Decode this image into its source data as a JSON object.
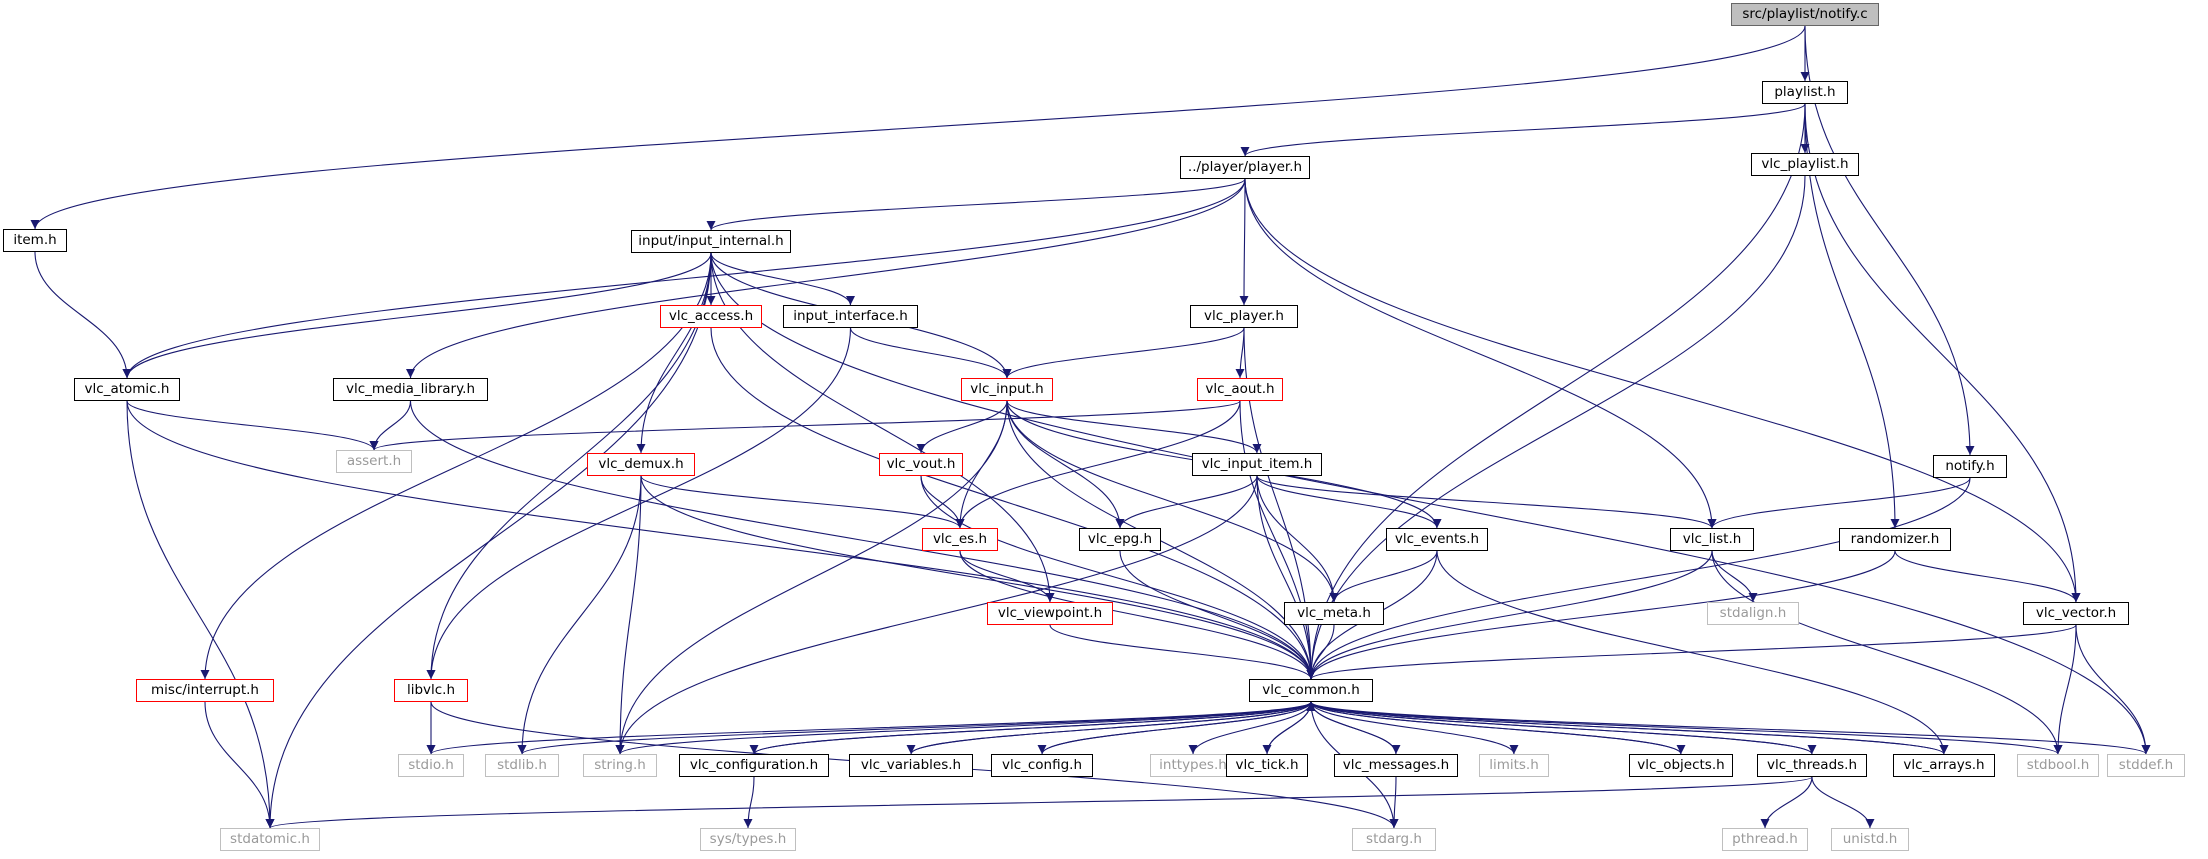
{
  "title": "src/playlist/notify.c",
  "colors": {
    "edge": "#191970",
    "link_border": "#000000",
    "truncated_border": "#ff0000",
    "external_border": "#bfbfbf",
    "root_fill": "#bfbfbf"
  },
  "nodes": {
    "root": "src/playlist/notify.c",
    "playlist_h": "playlist.h",
    "player_h": "../player/player.h",
    "vlc_playlist_h": "vlc_playlist.h",
    "item_h": "item.h",
    "input_internal_h": "input/input_internal.h",
    "vlc_access_h": "vlc_access.h",
    "input_interface_h": "input_interface.h",
    "vlc_player_h": "vlc_player.h",
    "vlc_atomic_h": "vlc_atomic.h",
    "vlc_media_library_h": "vlc_media_library.h",
    "vlc_input_h": "vlc_input.h",
    "vlc_aout_h": "vlc_aout.h",
    "assert_h": "assert.h",
    "vlc_demux_h": "vlc_demux.h",
    "vlc_vout_h": "vlc_vout.h",
    "vlc_input_item_h": "vlc_input_item.h",
    "notify_h": "notify.h",
    "vlc_es_h": "vlc_es.h",
    "vlc_epg_h": "vlc_epg.h",
    "vlc_events_h": "vlc_events.h",
    "vlc_list_h": "vlc_list.h",
    "randomizer_h": "randomizer.h",
    "vlc_viewpoint_h": "vlc_viewpoint.h",
    "vlc_meta_h": "vlc_meta.h",
    "stdalign_h": "stdalign.h",
    "vlc_vector_h": "vlc_vector.h",
    "misc_interrupt_h": "misc/interrupt.h",
    "libvlc_h": "libvlc.h",
    "vlc_common_h": "vlc_common.h",
    "stdio_h": "stdio.h",
    "stdlib_h": "stdlib.h",
    "string_h": "string.h",
    "vlc_configuration_h": "vlc_configuration.h",
    "vlc_variables_h": "vlc_variables.h",
    "vlc_config_h": "vlc_config.h",
    "inttypes_h": "inttypes.h",
    "vlc_tick_h": "vlc_tick.h",
    "vlc_messages_h": "vlc_messages.h",
    "limits_h": "limits.h",
    "vlc_objects_h": "vlc_objects.h",
    "vlc_threads_h": "vlc_threads.h",
    "vlc_arrays_h": "vlc_arrays.h",
    "stdbool_h": "stdbool.h",
    "stddef_h": "stddef.h",
    "stdatomic_h": "stdatomic.h",
    "sys_types_h": "sys/types.h",
    "stdarg_h": "stdarg.h",
    "pthread_h": "pthread.h",
    "unistd_h": "unistd.h"
  },
  "node_kinds": {
    "root": "root",
    "vlc_access_h": "truncated",
    "vlc_input_h": "truncated",
    "vlc_aout_h": "truncated",
    "vlc_demux_h": "truncated",
    "vlc_vout_h": "truncated",
    "vlc_es_h": "truncated",
    "vlc_viewpoint_h": "truncated",
    "misc_interrupt_h": "truncated",
    "libvlc_h": "truncated",
    "assert_h": "external",
    "stdalign_h": "external",
    "stdio_h": "external",
    "stdlib_h": "external",
    "string_h": "external",
    "inttypes_h": "external",
    "limits_h": "external",
    "stdbool_h": "external",
    "stddef_h": "external",
    "stdatomic_h": "external",
    "sys_types_h": "external",
    "stdarg_h": "external",
    "pthread_h": "external",
    "unistd_h": "external"
  },
  "edges": [
    [
      "root",
      "playlist_h"
    ],
    [
      "root",
      "item_h"
    ],
    [
      "root",
      "notify_h"
    ],
    [
      "playlist_h",
      "player_h"
    ],
    [
      "playlist_h",
      "vlc_playlist_h"
    ],
    [
      "playlist_h",
      "vlc_common_h"
    ],
    [
      "playlist_h",
      "randomizer_h"
    ],
    [
      "playlist_h",
      "vlc_vector_h"
    ],
    [
      "player_h",
      "input_internal_h"
    ],
    [
      "player_h",
      "vlc_player_h"
    ],
    [
      "player_h",
      "vlc_atomic_h"
    ],
    [
      "player_h",
      "vlc_media_library_h"
    ],
    [
      "player_h",
      "vlc_list_h"
    ],
    [
      "player_h",
      "vlc_vector_h"
    ],
    [
      "vlc_playlist_h",
      "vlc_common_h"
    ],
    [
      "item_h",
      "vlc_atomic_h"
    ],
    [
      "input_internal_h",
      "vlc_access_h"
    ],
    [
      "input_internal_h",
      "input_interface_h"
    ],
    [
      "input_internal_h",
      "vlc_input_h"
    ],
    [
      "input_internal_h",
      "vlc_atomic_h"
    ],
    [
      "input_internal_h",
      "vlc_demux_h"
    ],
    [
      "input_internal_h",
      "misc_interrupt_h"
    ],
    [
      "input_internal_h",
      "libvlc_h"
    ],
    [
      "input_internal_h",
      "stdatomic_h"
    ],
    [
      "input_internal_h",
      "vlc_viewpoint_h"
    ],
    [
      "input_internal_h",
      "stddef_h"
    ],
    [
      "vlc_access_h",
      "vlc_common_h"
    ],
    [
      "input_interface_h",
      "vlc_input_h"
    ],
    [
      "input_interface_h",
      "libvlc_h"
    ],
    [
      "vlc_player_h",
      "vlc_input_h"
    ],
    [
      "vlc_player_h",
      "vlc_aout_h"
    ],
    [
      "vlc_player_h",
      "vlc_common_h"
    ],
    [
      "vlc_atomic_h",
      "assert_h"
    ],
    [
      "vlc_atomic_h",
      "stdatomic_h"
    ],
    [
      "vlc_atomic_h",
      "vlc_common_h"
    ],
    [
      "vlc_media_library_h",
      "assert_h"
    ],
    [
      "vlc_media_library_h",
      "vlc_common_h"
    ],
    [
      "vlc_input_h",
      "vlc_vout_h"
    ],
    [
      "vlc_input_h",
      "vlc_es_h"
    ],
    [
      "vlc_input_h",
      "vlc_input_item_h"
    ],
    [
      "vlc_input_h",
      "vlc_epg_h"
    ],
    [
      "vlc_input_h",
      "vlc_events_h"
    ],
    [
      "vlc_input_h",
      "vlc_meta_h"
    ],
    [
      "vlc_input_h",
      "vlc_common_h"
    ],
    [
      "vlc_input_h",
      "string_h"
    ],
    [
      "vlc_aout_h",
      "assert_h"
    ],
    [
      "vlc_aout_h",
      "vlc_es_h"
    ],
    [
      "vlc_aout_h",
      "vlc_common_h"
    ],
    [
      "vlc_demux_h",
      "vlc_es_h"
    ],
    [
      "vlc_demux_h",
      "vlc_common_h"
    ],
    [
      "vlc_demux_h",
      "stdlib_h"
    ],
    [
      "vlc_demux_h",
      "string_h"
    ],
    [
      "vlc_vout_h",
      "vlc_es_h"
    ],
    [
      "vlc_vout_h",
      "vlc_common_h"
    ],
    [
      "vlc_input_item_h",
      "vlc_epg_h"
    ],
    [
      "vlc_input_item_h",
      "vlc_events_h"
    ],
    [
      "vlc_input_item_h",
      "vlc_list_h"
    ],
    [
      "vlc_input_item_h",
      "vlc_meta_h"
    ],
    [
      "vlc_input_item_h",
      "vlc_common_h"
    ],
    [
      "vlc_input_item_h",
      "string_h"
    ],
    [
      "notify_h",
      "vlc_list_h"
    ],
    [
      "notify_h",
      "vlc_common_h"
    ],
    [
      "vlc_es_h",
      "vlc_viewpoint_h"
    ],
    [
      "vlc_es_h",
      "vlc_common_h"
    ],
    [
      "vlc_epg_h",
      "vlc_common_h"
    ],
    [
      "vlc_events_h",
      "vlc_meta_h"
    ],
    [
      "vlc_events_h",
      "vlc_common_h"
    ],
    [
      "vlc_events_h",
      "vlc_arrays_h"
    ],
    [
      "vlc_list_h",
      "stdalign_h"
    ],
    [
      "vlc_list_h",
      "vlc_common_h"
    ],
    [
      "vlc_list_h",
      "stdbool_h"
    ],
    [
      "randomizer_h",
      "vlc_vector_h"
    ],
    [
      "randomizer_h",
      "vlc_common_h"
    ],
    [
      "vlc_viewpoint_h",
      "vlc_common_h"
    ],
    [
      "vlc_meta_h",
      "vlc_common_h"
    ],
    [
      "vlc_vector_h",
      "vlc_common_h"
    ],
    [
      "vlc_vector_h",
      "stdbool_h"
    ],
    [
      "vlc_vector_h",
      "stddef_h"
    ],
    [
      "misc_interrupt_h",
      "stdatomic_h"
    ],
    [
      "libvlc_h",
      "stdio_h"
    ],
    [
      "libvlc_h",
      "stdarg_h"
    ],
    [
      "vlc_common_h",
      "stdio_h"
    ],
    [
      "vlc_common_h",
      "stdlib_h"
    ],
    [
      "vlc_common_h",
      "string_h"
    ],
    [
      "vlc_common_h",
      "vlc_configuration_h"
    ],
    [
      "vlc_common_h",
      "vlc_variables_h"
    ],
    [
      "vlc_common_h",
      "vlc_config_h"
    ],
    [
      "vlc_common_h",
      "inttypes_h"
    ],
    [
      "vlc_common_h",
      "vlc_tick_h"
    ],
    [
      "vlc_common_h",
      "vlc_messages_h"
    ],
    [
      "vlc_common_h",
      "limits_h"
    ],
    [
      "vlc_common_h",
      "vlc_objects_h"
    ],
    [
      "vlc_common_h",
      "vlc_threads_h"
    ],
    [
      "vlc_common_h",
      "vlc_arrays_h"
    ],
    [
      "vlc_common_h",
      "stdbool_h"
    ],
    [
      "vlc_common_h",
      "stddef_h"
    ],
    [
      "vlc_common_h",
      "stdarg_h"
    ],
    [
      "vlc_configuration_h",
      "vlc_common_h"
    ],
    [
      "vlc_configuration_h",
      "sys_types_h"
    ],
    [
      "vlc_variables_h",
      "vlc_common_h"
    ],
    [
      "vlc_config_h",
      "vlc_common_h"
    ],
    [
      "vlc_tick_h",
      "vlc_common_h"
    ],
    [
      "vlc_messages_h",
      "vlc_common_h"
    ],
    [
      "vlc_messages_h",
      "stdarg_h"
    ],
    [
      "vlc_objects_h",
      "vlc_common_h"
    ],
    [
      "vlc_threads_h",
      "vlc_common_h"
    ],
    [
      "vlc_threads_h",
      "stdatomic_h"
    ],
    [
      "vlc_threads_h",
      "pthread_h"
    ],
    [
      "vlc_threads_h",
      "unistd_h"
    ],
    [
      "vlc_arrays_h",
      "vlc_common_h"
    ]
  ]
}
